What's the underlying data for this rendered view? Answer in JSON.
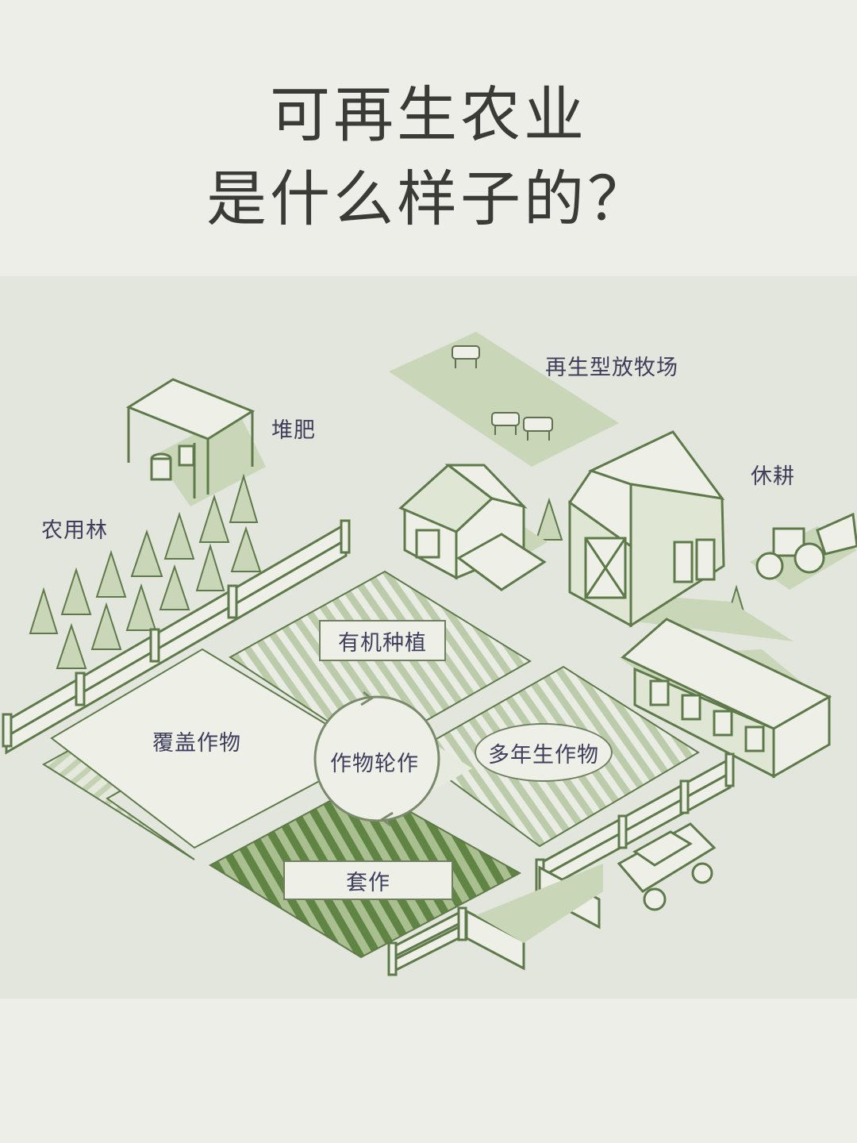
{
  "title": {
    "line1": "可再生农业",
    "line2": "是什么样子的？"
  },
  "labels": {
    "grazing": "再生型放牧场",
    "compost": "堆肥",
    "fallow": "休耕",
    "agroforestry": "农用林",
    "organic": "有机种植",
    "cover_crops": "覆盖作物",
    "rotation": "作物轮作",
    "perennial": "多年生作物",
    "intercropping": "套作"
  },
  "colors": {
    "background": "#eeeee9",
    "scene": "#e3e6dc",
    "line": "#5f7a4a",
    "fill_light": "#c9d6b8",
    "fill_dark": "#6e8f4e",
    "text": "#3f3d5c"
  }
}
